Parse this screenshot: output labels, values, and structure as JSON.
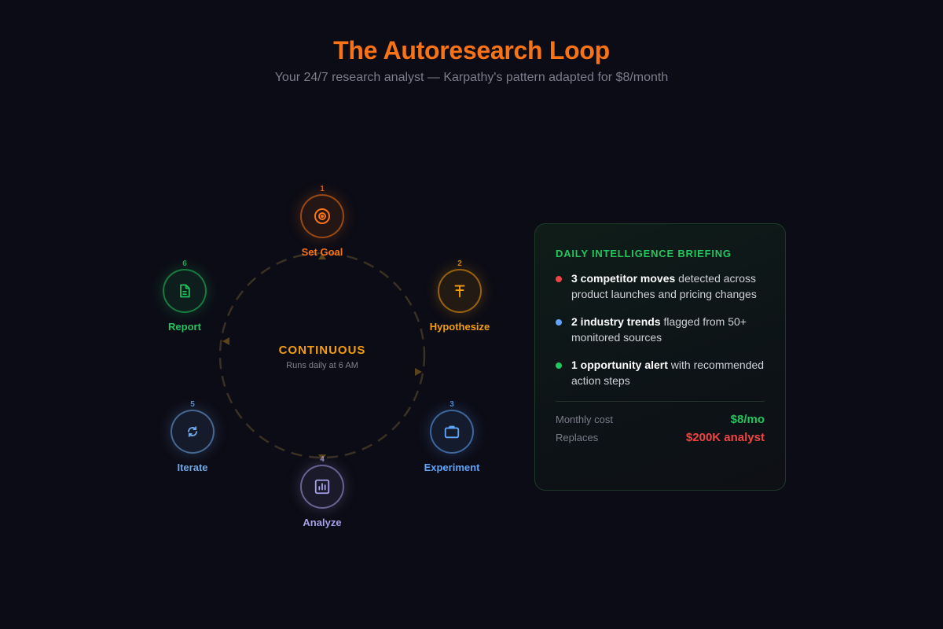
{
  "header": {
    "title": "The Autoresearch Loop",
    "subtitle": "Your 24/7 research analyst — Karpathy's pattern adapted for $8/month"
  },
  "center": {
    "title": "CONTINUOUS",
    "subtitle": "Runs daily at 6 AM"
  },
  "steps": [
    {
      "num": "1",
      "label": "Set Goal",
      "icon": "target-icon",
      "color": "#f97316"
    },
    {
      "num": "2",
      "label": "Hypothesize",
      "icon": "hypothesis-icon",
      "color": "#f59e0b"
    },
    {
      "num": "3",
      "label": "Experiment",
      "icon": "briefcase-icon",
      "color": "#60a5fa"
    },
    {
      "num": "4",
      "label": "Analyze",
      "icon": "bar-chart-icon",
      "color": "#a5a0e8"
    },
    {
      "num": "5",
      "label": "Iterate",
      "icon": "refresh-icon",
      "color": "#6fa8e6"
    },
    {
      "num": "6",
      "label": "Report",
      "icon": "document-icon",
      "color": "#22c55e"
    }
  ],
  "briefing": {
    "title": "DAILY INTELLIGENCE BRIEFING",
    "items": [
      {
        "bold": "3 competitor moves",
        "text": " detected across product launches and pricing changes",
        "color": "#ef4444"
      },
      {
        "bold": "2 industry trends",
        "text": " flagged from 50+ monitored sources",
        "color": "#60a5fa"
      },
      {
        "bold": "1 opportunity alert",
        "text": " with recommended action steps",
        "color": "#22c55e"
      }
    ],
    "stats": [
      {
        "label": "Monthly cost",
        "value": "$8/mo",
        "color": "#22c55e"
      },
      {
        "label": "Replaces",
        "value": "$200K analyst",
        "color": "#ef4444"
      }
    ]
  }
}
